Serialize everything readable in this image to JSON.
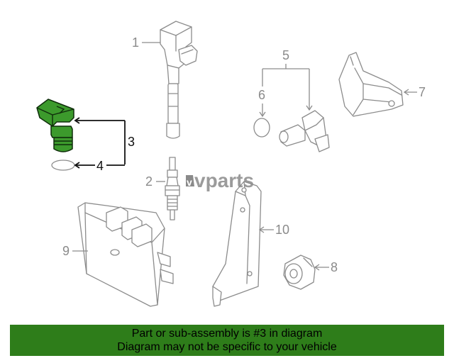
{
  "watermark": {
    "brand": "vparts",
    "mark_letter": "v"
  },
  "callouts": {
    "c1": "1",
    "c2": "2",
    "c3": "3",
    "c4": "4",
    "c5": "5",
    "c6": "6",
    "c7": "7",
    "c8": "8",
    "c9": "9",
    "c10": "10"
  },
  "highlight": {
    "part_number": "3",
    "color": "#3c9a2c",
    "outline": "#0f2e0b"
  },
  "footer": {
    "line1": "Part or sub-assembly is #3 in diagram",
    "line2": "Diagram may not be specific to your vehicle",
    "background": "#2e7d1a"
  }
}
